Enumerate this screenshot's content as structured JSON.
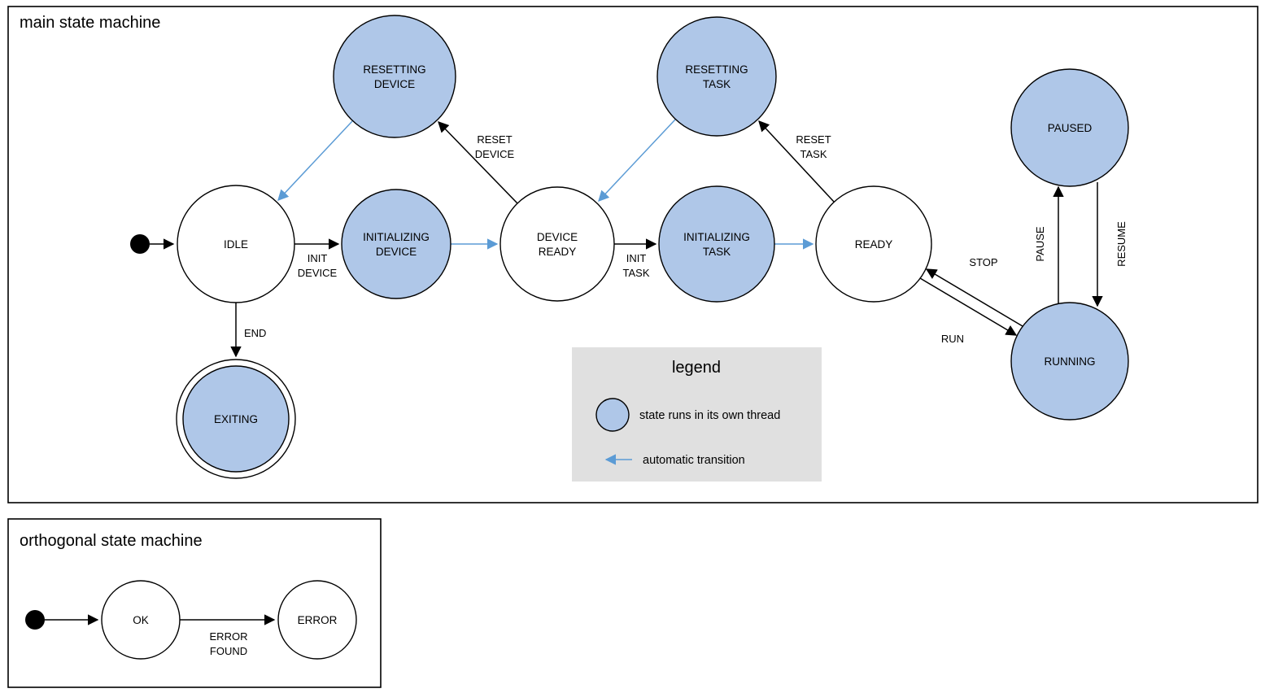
{
  "colors": {
    "state_fill_threaded": "#afc7e8",
    "auto_transition_blue": "#5b9bd5",
    "legend_background": "#e0e0e0"
  },
  "main": {
    "title": "main state machine",
    "states": {
      "idle": {
        "label": "IDLE"
      },
      "resetting_device": {
        "line1": "RESETTING",
        "line2": "DEVICE"
      },
      "initializing_device": {
        "line1": "INITIALIZING",
        "line2": "DEVICE"
      },
      "device_ready": {
        "line1": "DEVICE",
        "line2": "READY"
      },
      "resetting_task": {
        "line1": "RESETTING",
        "line2": "TASK"
      },
      "initializing_task": {
        "line1": "INITIALIZING",
        "line2": "TASK"
      },
      "ready": {
        "label": "READY"
      },
      "paused": {
        "label": "PAUSED"
      },
      "running": {
        "label": "RUNNING"
      },
      "exiting": {
        "label": "EXITING"
      }
    },
    "transitions": {
      "init_device": {
        "line1": "INIT",
        "line2": "DEVICE"
      },
      "reset_device": {
        "line1": "RESET",
        "line2": "DEVICE"
      },
      "init_task": {
        "line1": "INIT",
        "line2": "TASK"
      },
      "reset_task": {
        "line1": "RESET",
        "line2": "TASK"
      },
      "stop": {
        "label": "STOP"
      },
      "run": {
        "label": "RUN"
      },
      "pause": {
        "label": "PAUSE"
      },
      "resume": {
        "label": "RESUME"
      },
      "end": {
        "label": "END"
      }
    }
  },
  "legend": {
    "title": "legend",
    "threaded_item": "state runs in its own thread",
    "auto_item": "automatic transition"
  },
  "orthogonal": {
    "title": "orthogonal state machine",
    "states": {
      "ok": {
        "label": "OK"
      },
      "error": {
        "label": "ERROR"
      }
    },
    "transitions": {
      "error_found": {
        "line1": "ERROR",
        "line2": "FOUND"
      }
    }
  }
}
